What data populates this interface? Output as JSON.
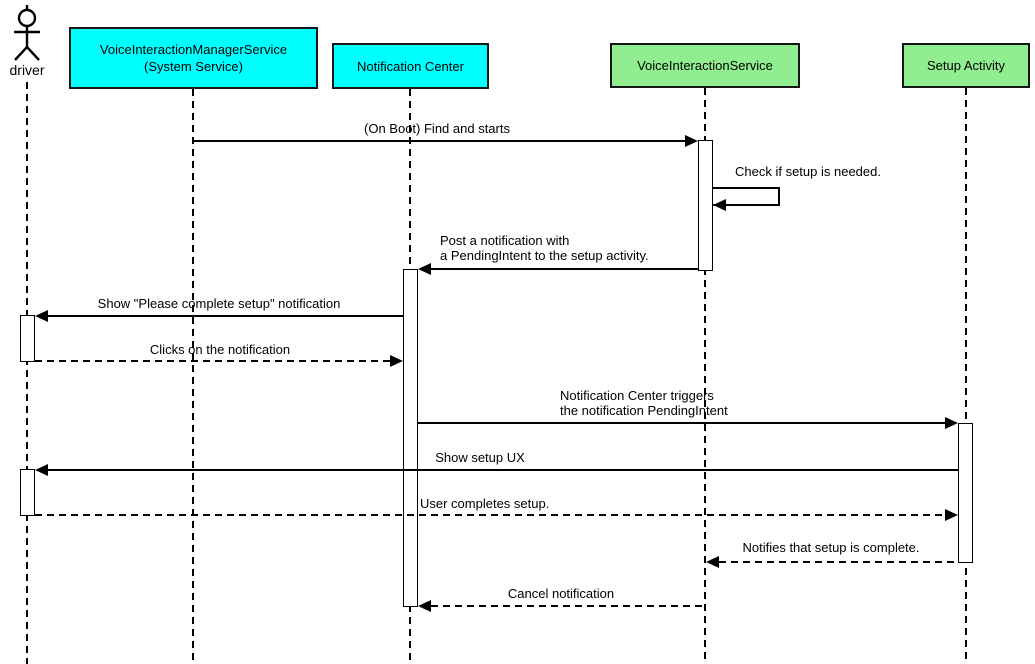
{
  "diagram_type": "uml-sequence",
  "colors": {
    "system_participant_fill": "#00ffff",
    "service_participant_fill": "#90ee90",
    "line": "#000000",
    "background": "#ffffff",
    "activation_fill": "#ffffff"
  },
  "participants": [
    {
      "id": "driver",
      "kind": "actor",
      "label": "driver"
    },
    {
      "id": "vims",
      "kind": "box",
      "label_line1": "VoiceInteractionManagerService",
      "label_line2": "(System Service)",
      "color": "#00ffff"
    },
    {
      "id": "notification-center",
      "kind": "box",
      "label": "Notification Center",
      "color": "#00ffff"
    },
    {
      "id": "voice-interaction-service",
      "kind": "box",
      "label": "VoiceInteractionService",
      "color": "#90ee90"
    },
    {
      "id": "setup-activity",
      "kind": "box",
      "label": "Setup Activity",
      "color": "#90ee90"
    }
  ],
  "messages": [
    {
      "text": "(On Boot) Find and starts",
      "from": "vims",
      "to": "voice-interaction-service",
      "line": "solid",
      "direction": "right"
    },
    {
      "text": "Check if setup is needed.",
      "from": "voice-interaction-service",
      "to": "voice-interaction-service",
      "line": "solid",
      "direction": "self"
    },
    {
      "text_line1": "Post a notification with",
      "text_line2": "a PendingIntent to the setup activity.",
      "from": "voice-interaction-service",
      "to": "notification-center",
      "line": "solid",
      "direction": "left"
    },
    {
      "text": "Show \"Please complete setup\" notification",
      "from": "notification-center",
      "to": "driver",
      "line": "solid",
      "direction": "left"
    },
    {
      "text": "Clicks on the notification",
      "from": "driver",
      "to": "notification-center",
      "line": "dashed",
      "direction": "right"
    },
    {
      "text_line1": "Notification Center triggers",
      "text_line2": "the notification PendingIntent",
      "from": "notification-center",
      "to": "setup-activity",
      "line": "solid",
      "direction": "right"
    },
    {
      "text": "Show setup UX",
      "from": "setup-activity",
      "to": "driver",
      "line": "solid",
      "direction": "left"
    },
    {
      "text": "User completes setup.",
      "from": "driver",
      "to": "setup-activity",
      "line": "dashed",
      "direction": "right"
    },
    {
      "text": "Notifies that setup is complete.",
      "from": "setup-activity",
      "to": "voice-interaction-service",
      "line": "dashed",
      "direction": "left"
    },
    {
      "text": "Cancel notification",
      "from": "voice-interaction-service",
      "to": "notification-center",
      "line": "dashed",
      "direction": "left"
    }
  ]
}
